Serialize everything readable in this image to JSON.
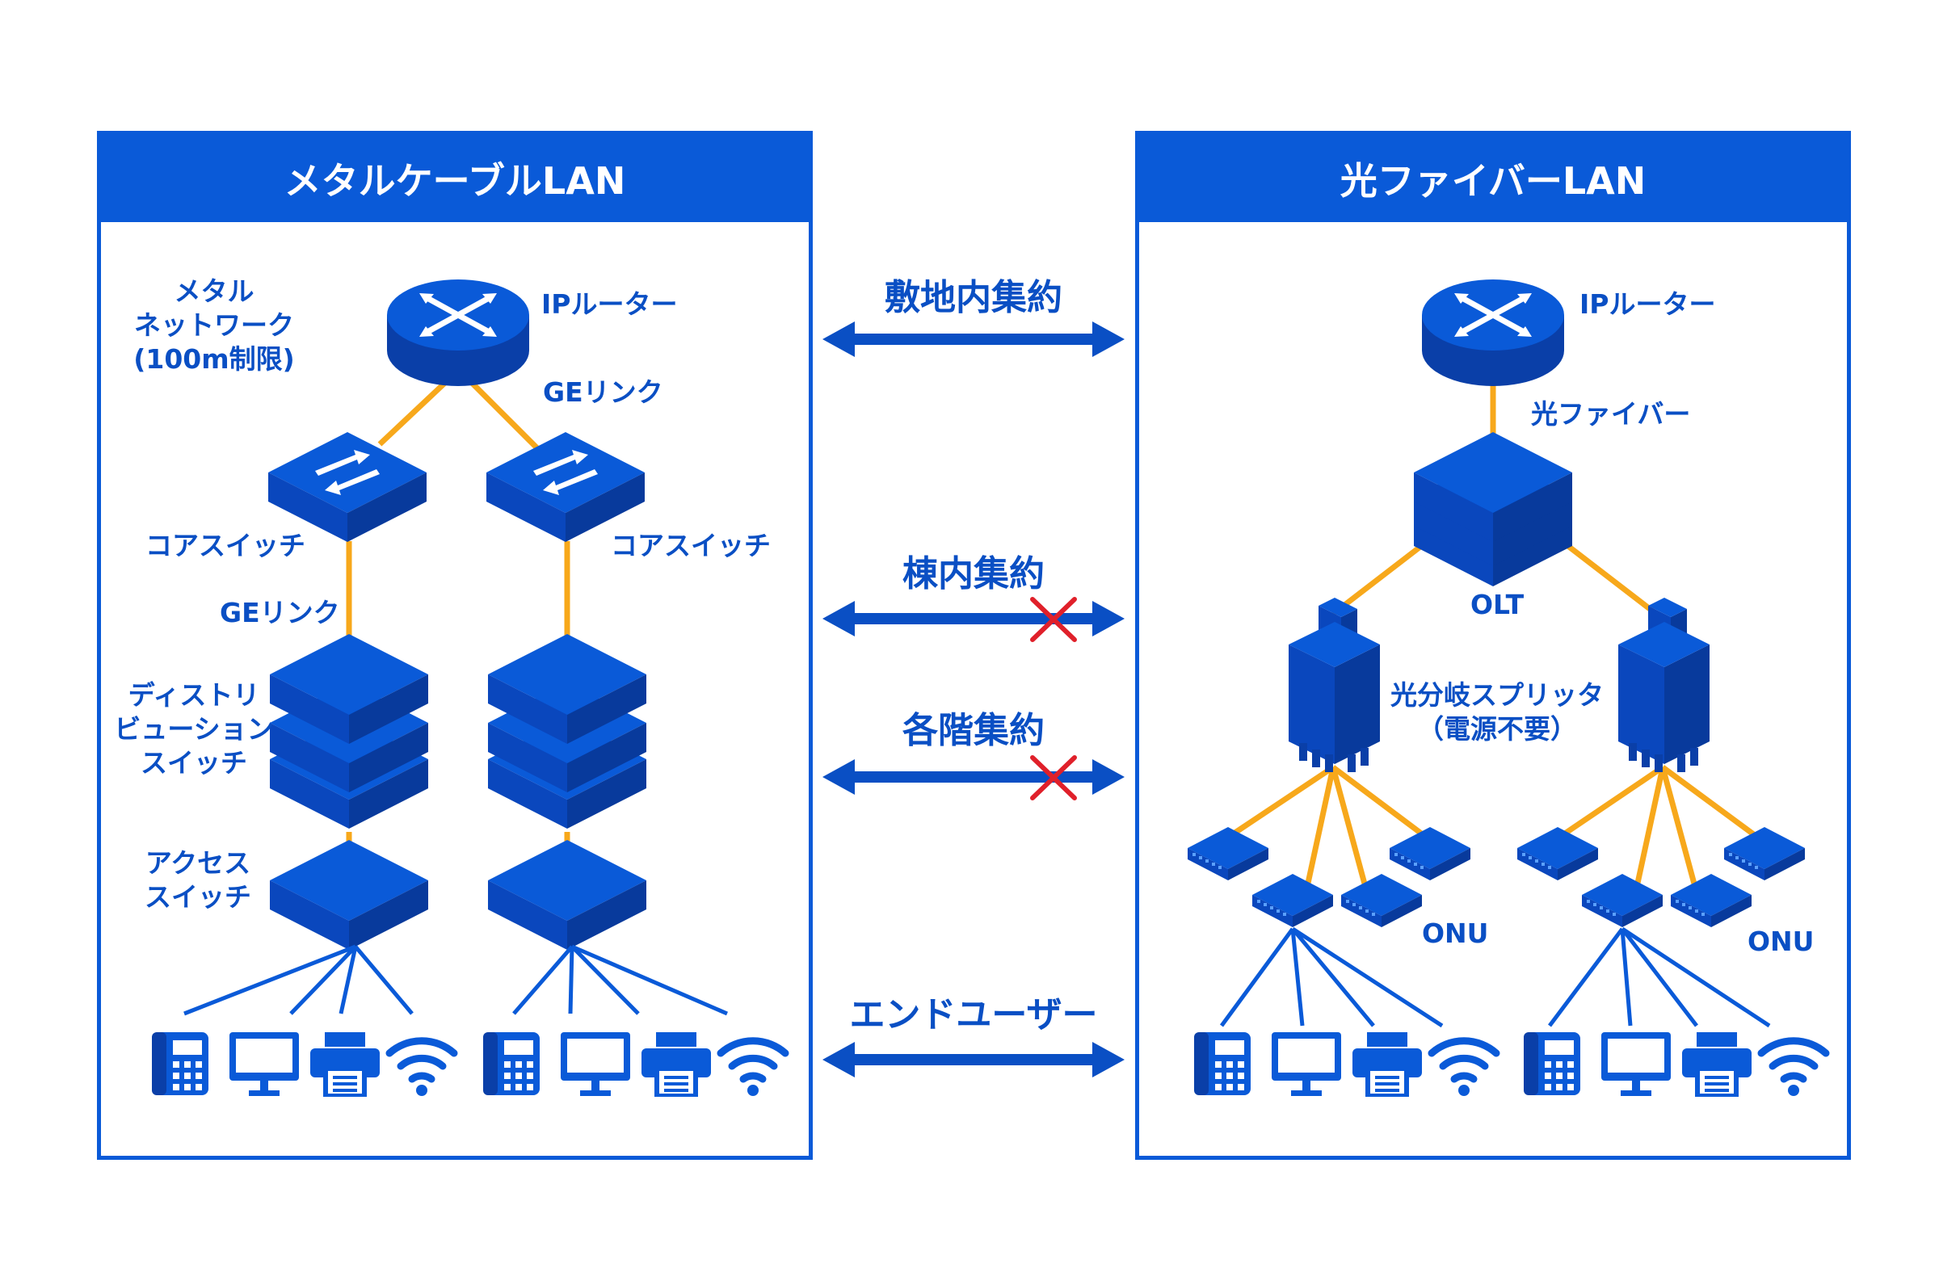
{
  "left_panel": {
    "title": "メタルケーブルLAN",
    "network_label": [
      "メタル",
      "ネットワーク",
      "(100m制限)"
    ],
    "router_label": "IPルーター",
    "ge_link_label_top": "GEリンク",
    "core_switch_label_left": "コアスイッチ",
    "core_switch_label_right": "コアスイッチ",
    "ge_link_label_mid": "GEリンク",
    "distribution_label": [
      "ディストリ",
      "ビューション",
      "スイッチ"
    ],
    "access_label": [
      "アクセス",
      "スイッチ"
    ]
  },
  "right_panel": {
    "title": "光ファイバーLAN",
    "router_label": "IPルーター",
    "fiber_label": "光ファイバー",
    "olt_label": "OLT",
    "splitter_label": [
      "光分岐スプリッタ",
      "（電源不要）"
    ],
    "onu_label_left": "ONU",
    "onu_label_right": "ONU"
  },
  "middle": {
    "levels": [
      {
        "label": "敷地内集約",
        "blocked": false
      },
      {
        "label": "棟内集約",
        "blocked": true
      },
      {
        "label": "各階集約",
        "blocked": true
      },
      {
        "label": "エンドユーザー",
        "blocked": false
      }
    ]
  },
  "icons": [
    "router-icon",
    "switch-icon",
    "stacked-switch-icon",
    "splitter-icon",
    "onu-icon",
    "phone-icon",
    "monitor-icon",
    "printer-icon",
    "wifi-icon"
  ],
  "colors": {
    "primary": "#0a5ad8",
    "primary_dark": "#0a3fa8",
    "link": "#f7a81b",
    "blocked": "#e0202a",
    "arrow": "#0a4fc4"
  }
}
